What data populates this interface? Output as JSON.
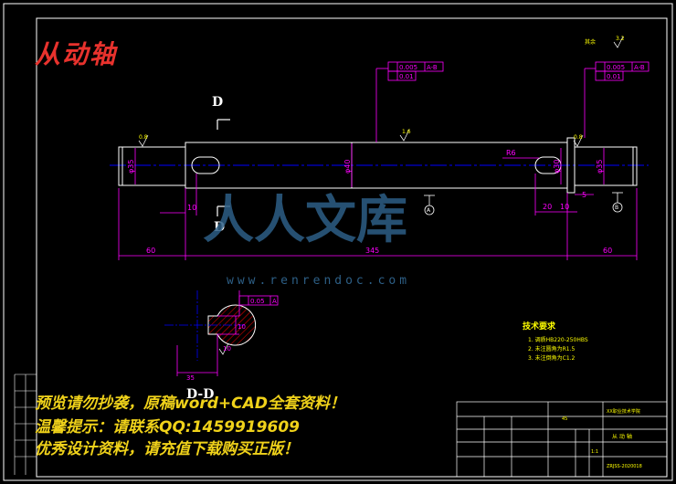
{
  "drawing": {
    "title": "从动轴",
    "section_label_top": "D",
    "section_label_bottom": "D",
    "section_view_title": "D-D",
    "roughness_other": "其余",
    "datum_label": "A",
    "datum_label2": "B"
  },
  "dimensions": {
    "left_len": "60",
    "mid_len": "345",
    "right_len": "60",
    "left_step": "10",
    "right_key_offset": "20",
    "right_step": "10",
    "shoulder": "5",
    "radius": "R6",
    "dia_left": "φ35",
    "dia_mid": "φ40",
    "dia_right": "φ35",
    "dia_right2": "φ30",
    "section_width": "35",
    "section_depth": "10",
    "section_key": "10"
  },
  "tolerances": {
    "runout_left_1": "0.005",
    "runout_left_ref": "A-B",
    "runout_left_2": "0.01",
    "runout_right_1": "0.005",
    "runout_right_ref": "A-B",
    "runout_right_2": "0.01",
    "section_sym": "0.05",
    "section_ref": "A",
    "roughness_1": "0.8",
    "roughness_2": "1.6",
    "roughness_3": "0.8",
    "roughness_4": "3.2"
  },
  "tech_requirements": {
    "title": "技术要求",
    "items": [
      "1. 调质HB220-250HBS",
      "2. 未注圆角为R1.5",
      "3. 未注倒角为C1.2"
    ]
  },
  "title_block": {
    "school": "XX职业技术学院",
    "part_name": "从 动 轴",
    "drawing_no": "ZRJSS-2020018",
    "scale": "1:1",
    "material": "45"
  },
  "watermark": {
    "line1": "预览请勿抄袭，原稿word+CAD全套资料！",
    "line2": "温馨提示：请联系QQ:1459919609",
    "line3": "优秀设计资料，请充值下载购买正版！",
    "site": "www.renrendoc.com",
    "logo": "人人文库"
  },
  "colors": {
    "outline": "#ffffff",
    "dimension": "#ff00ff",
    "centerline": "#0000ff",
    "hatch": "#ff0000",
    "annotation": "#ffff00",
    "title": "#e8322d"
  }
}
